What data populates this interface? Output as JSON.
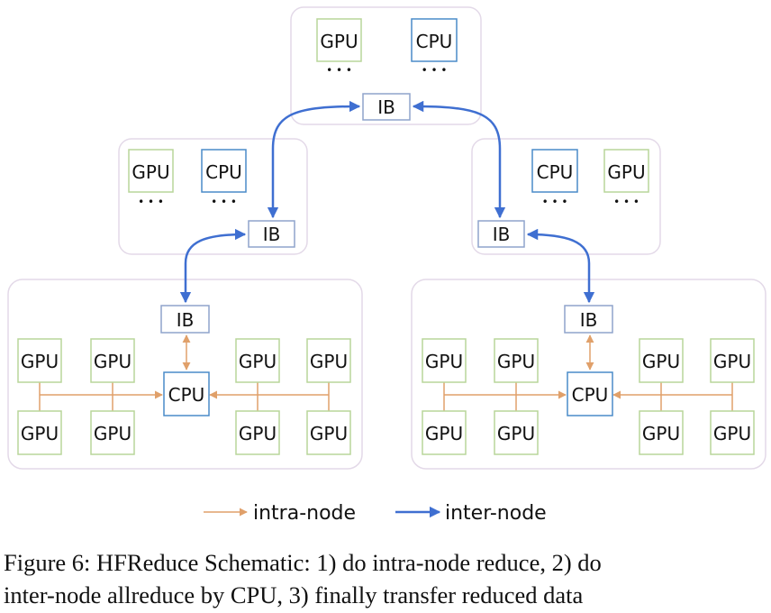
{
  "labels": {
    "gpu": "GPU",
    "cpu": "CPU",
    "ib": "IB",
    "ellipsis": "• • •"
  },
  "legend": {
    "intra": "intra-node",
    "inter": "inter-node"
  },
  "caption": {
    "line1": "Figure 6: HFReduce Schematic: 1) do intra-node reduce, 2) do",
    "line2": "inter-node allreduce by CPU, 3) finally transfer reduced data"
  },
  "colors": {
    "gpu_border": "#b9d59a",
    "cpu_border": "#4a8bc9",
    "ib_border": "#8fa4cc",
    "node_border": "#e3d9e8",
    "intra_arrow": "#e0a06a",
    "inter_arrow": "#3f6fd1"
  }
}
